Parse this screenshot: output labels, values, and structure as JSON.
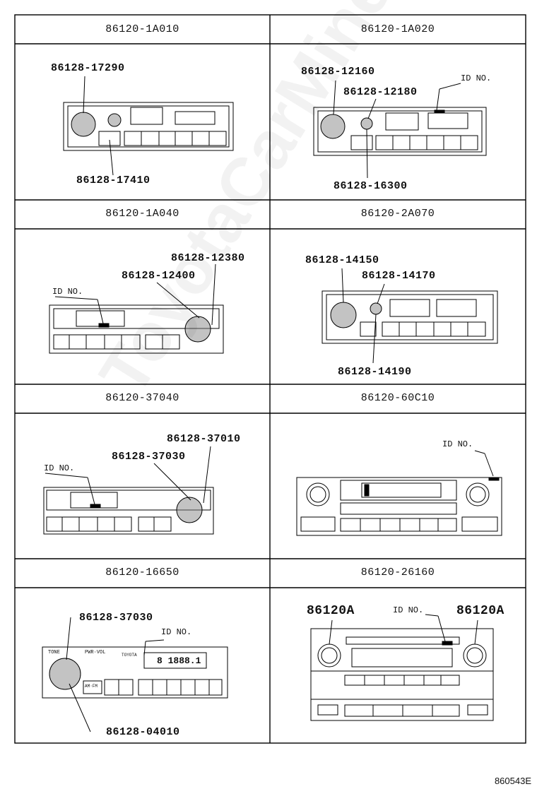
{
  "cells": [
    {
      "header": "86120-1A010",
      "parts": [
        "86128-17290",
        "86128-17410"
      ]
    },
    {
      "header": "86120-1A020",
      "parts": [
        "86128-12160",
        "86128-12180",
        "86128-16300"
      ],
      "id_label": "ID NO."
    },
    {
      "header": "86120-1A040",
      "parts": [
        "86128-12380",
        "86128-12400"
      ],
      "id_label": "ID NO."
    },
    {
      "header": "86120-2A070",
      "parts": [
        "86128-14150",
        "86128-14170",
        "86128-14190"
      ]
    },
    {
      "header": "86120-37040",
      "parts": [
        "86128-37010",
        "86128-37030"
      ],
      "id_label": "ID NO."
    },
    {
      "header": "86120-60C10",
      "parts": [],
      "id_label": "ID NO."
    },
    {
      "header": "86120-16650",
      "parts": [
        "86128-37030",
        "86128-04010"
      ],
      "id_label": "ID NO.",
      "panel_text": {
        "tone": "TONE",
        "pwr": "PWR·VOL",
        "brand": "TOYOTA",
        "display": "8 1888.1",
        "am": "AM·FM"
      }
    },
    {
      "header": "86120-26160",
      "parts": [
        "86120A",
        "86120A"
      ],
      "id_label": "ID NO."
    }
  ],
  "footer_code": "860543E",
  "watermark": "ToyotaCarMine.ru"
}
